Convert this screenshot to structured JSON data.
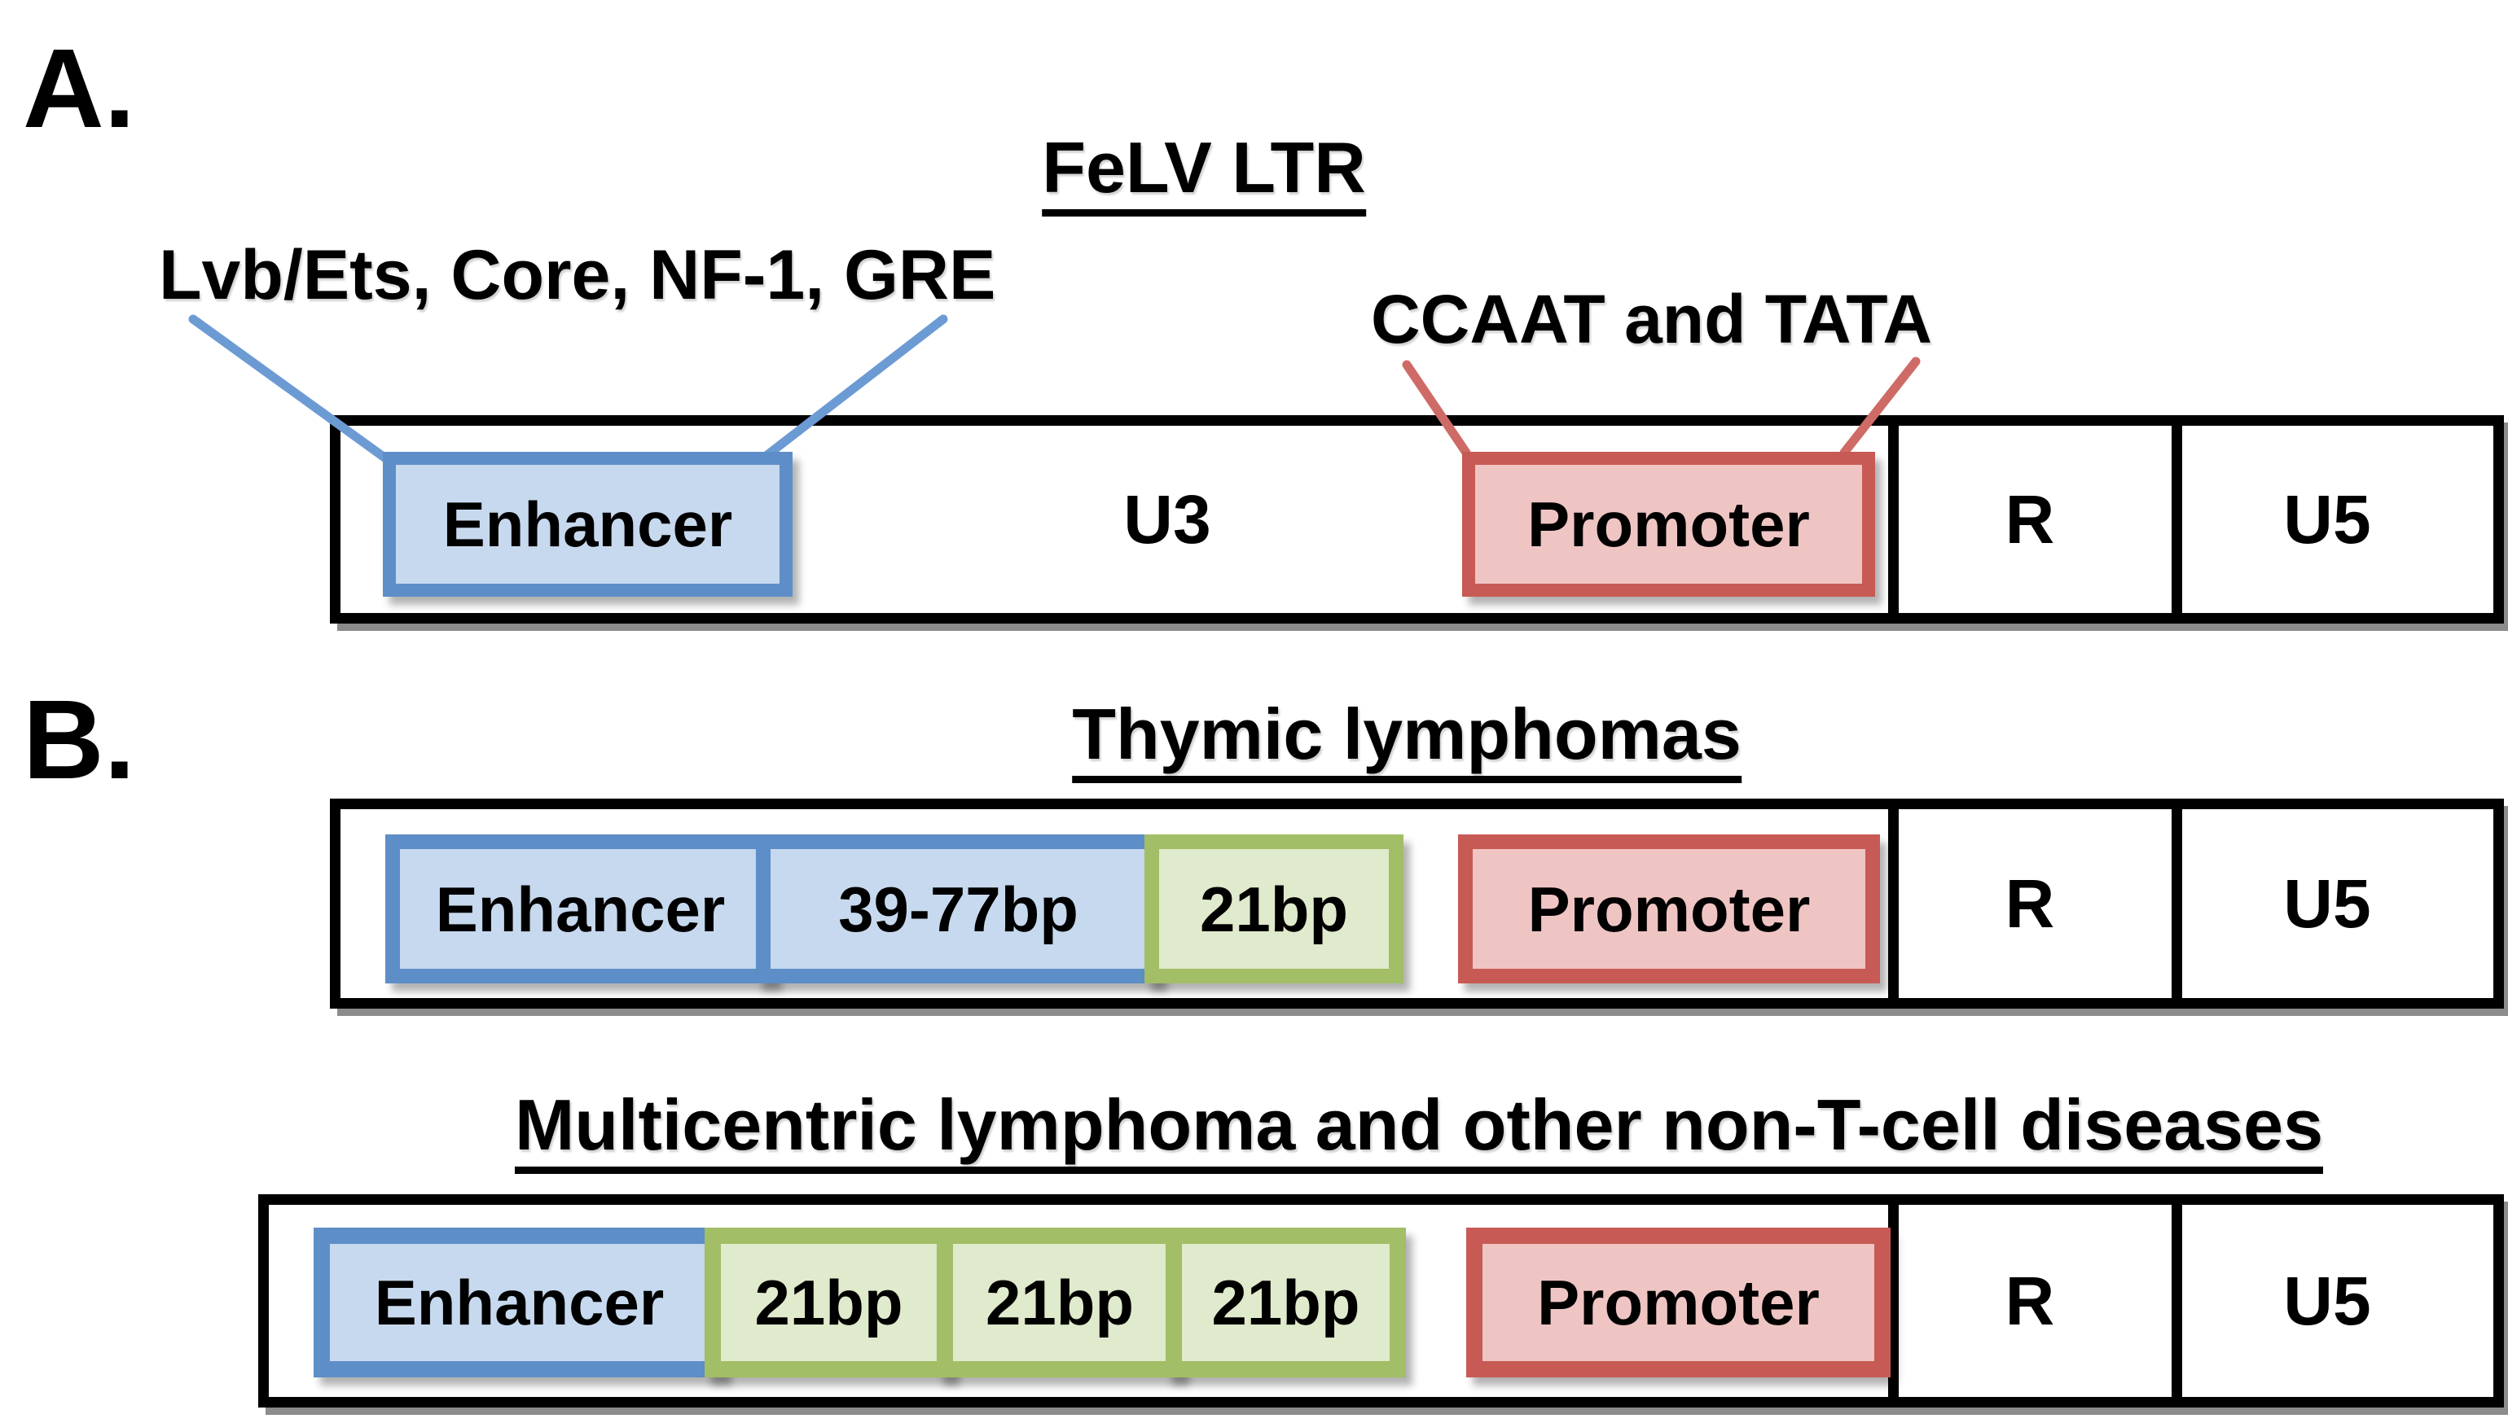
{
  "panels": {
    "a": {
      "label": "A.",
      "title": "FeLV LTR",
      "callout_enhancer": "Lvb/Ets, Core, NF-1, GRE",
      "callout_promoter": "CCAAT and TATA",
      "boxes": {
        "enhancer": "Enhancer",
        "promoter": "Promoter"
      },
      "segments": {
        "u3": "U3",
        "r": "R",
        "u5": "U5"
      }
    },
    "b": {
      "label": "B.",
      "title": "Thymic lymphomas",
      "boxes": {
        "enhancer": "Enhancer",
        "insert": "39-77bp",
        "repeat": "21bp",
        "promoter": "Promoter"
      },
      "segments": {
        "r": "R",
        "u5": "U5"
      }
    },
    "c": {
      "title": "Multicentric lymphoma and other non-T-cell diseases",
      "boxes": {
        "enhancer": "Enhancer",
        "repeats": [
          "21bp",
          "21bp",
          "21bp"
        ],
        "promoter": "Promoter"
      },
      "segments": {
        "r": "R",
        "u5": "U5"
      }
    }
  },
  "colors": {
    "outline": "#000000",
    "shadow": "#8c8c8c",
    "blue-border": "#5E8EC7",
    "blue-fill": "#C7D9EE",
    "green-border": "#A2BE66",
    "green-fill": "#E0EACC",
    "red-border": "#C75A54",
    "red-fill": "#EFC5C3",
    "blue-line": "#6C9BD4",
    "red-line": "#CE6B66"
  }
}
